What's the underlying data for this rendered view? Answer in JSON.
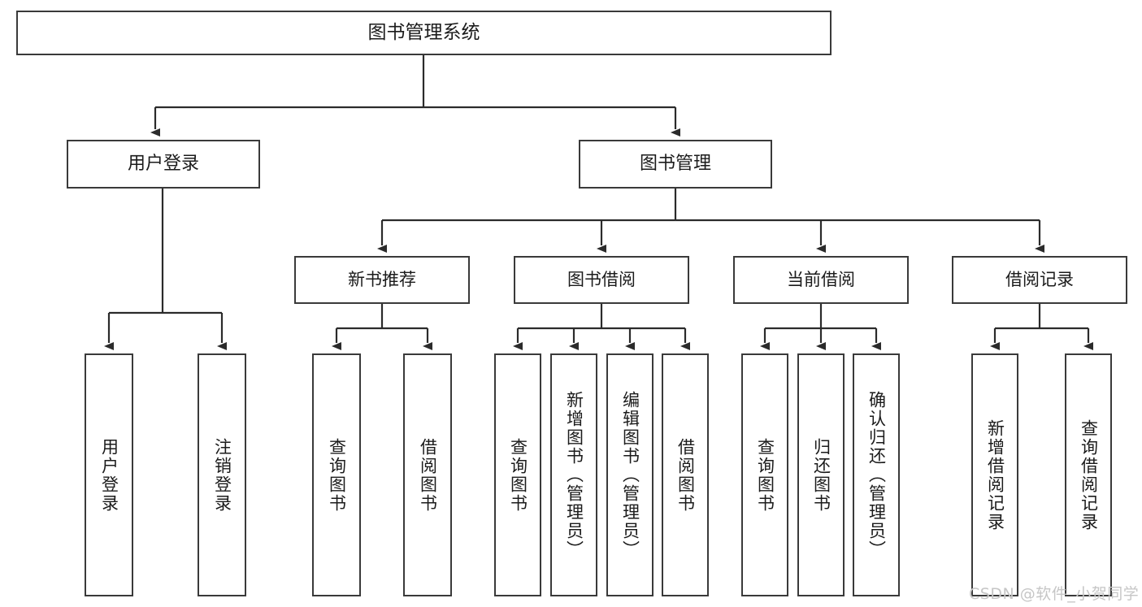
{
  "diagram": {
    "title": "图书管理系统",
    "type": "tree-hierarchy",
    "root": {
      "label": "图书管理系统"
    },
    "level1": [
      {
        "label": "用户登录"
      },
      {
        "label": "图书管理"
      }
    ],
    "level2": [
      {
        "label": "新书推荐"
      },
      {
        "label": "图书借阅"
      },
      {
        "label": "当前借阅"
      },
      {
        "label": "借阅记录"
      }
    ],
    "leaves": {
      "user_login": [
        {
          "label": "用户登录"
        },
        {
          "label": "注销登录"
        }
      ],
      "new_book_recommend": [
        {
          "label": "查询图书"
        },
        {
          "label": "借阅图书"
        }
      ],
      "book_borrow": [
        {
          "label": "查询图书"
        },
        {
          "label": "新增图书（管理员）"
        },
        {
          "label": "编辑图书（管理员）"
        },
        {
          "label": "借阅图书"
        }
      ],
      "current_borrow": [
        {
          "label": "查询图书"
        },
        {
          "label": "归还图书"
        },
        {
          "label": "确认归还（管理员）"
        }
      ],
      "borrow_record": [
        {
          "label": "新增借阅记录"
        },
        {
          "label": "查询借阅记录"
        }
      ]
    }
  },
  "watermark": {
    "text": "CSDN @软件_小贺同学"
  },
  "colors": {
    "box_border": "#3a3a3a",
    "box_fill": "#ffffff",
    "text": "#1b1b1b",
    "connector": "#2b2b2b",
    "watermark": "#c6c6c6"
  }
}
